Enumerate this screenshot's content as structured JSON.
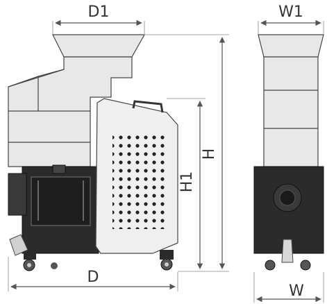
{
  "dimensions": {
    "d1": "D1",
    "w1": "W1",
    "h": "H",
    "h1": "H1",
    "d": "D",
    "w": "W"
  },
  "colors": {
    "sheet_metal": "#e8e8e8",
    "dark_base": "#2b2b2b",
    "outline": "#444444",
    "dim_line": "#555555"
  }
}
